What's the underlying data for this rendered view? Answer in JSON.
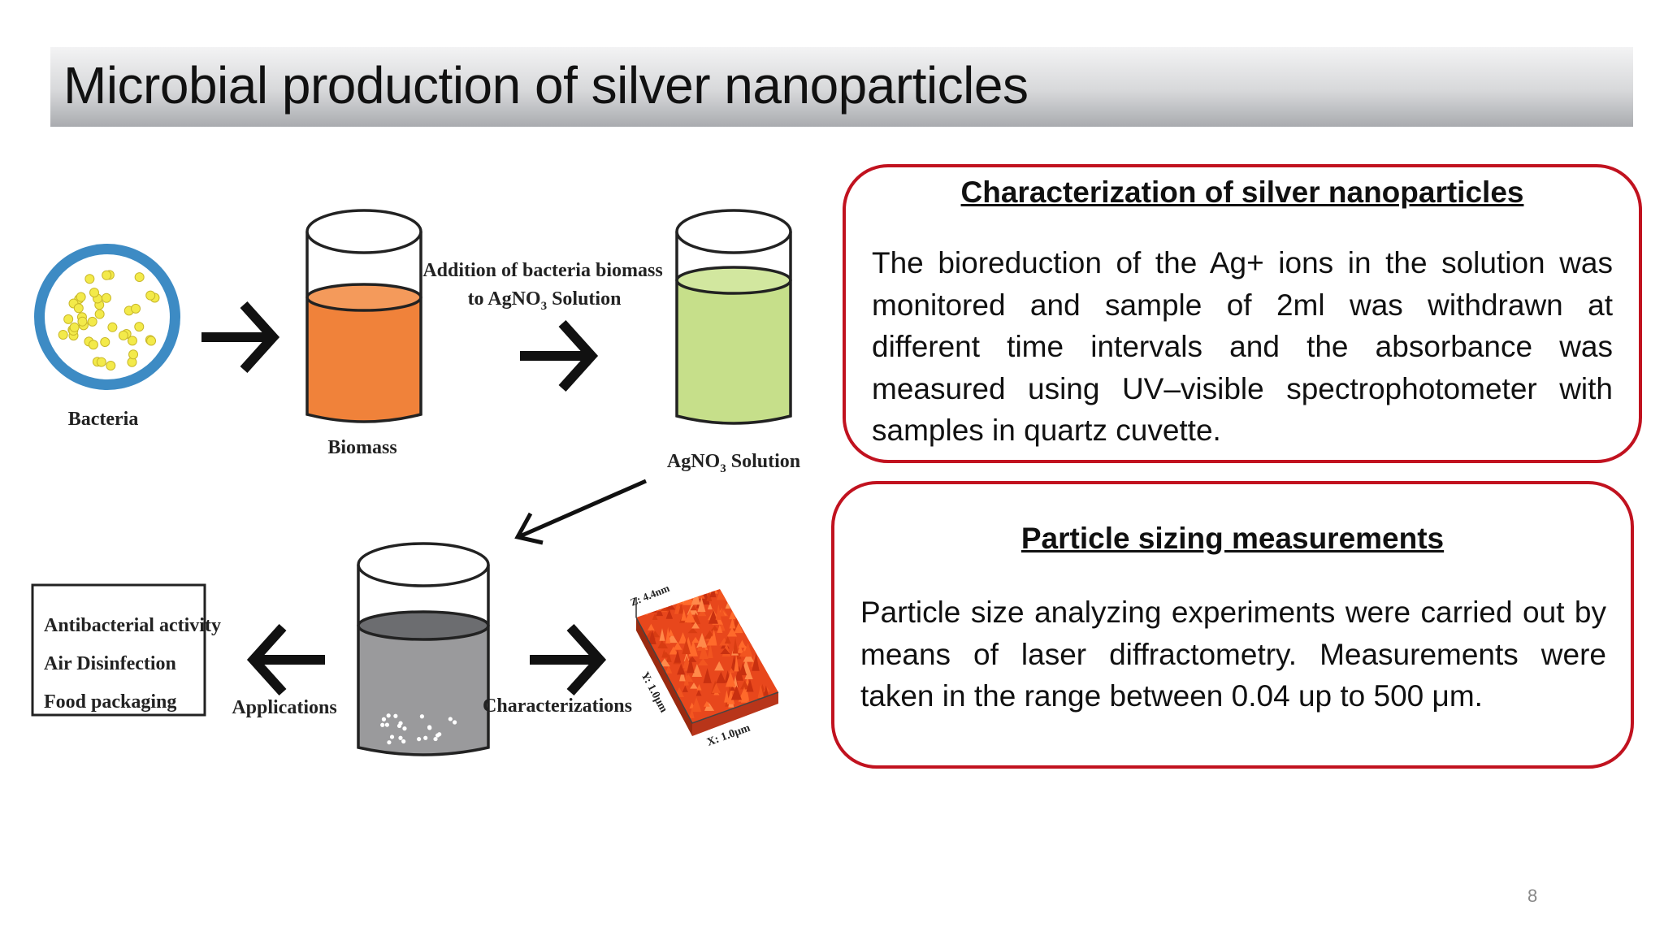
{
  "slide": {
    "title": "Microbial production of silver nanoparticles",
    "page_number": "8"
  },
  "diagram": {
    "bacteria_label": "Bacteria",
    "biomass_label": "Biomass",
    "addition_line1": "Addition of bacteria biomass",
    "addition_line2_prefix": "to AgNO",
    "addition_line2_sub": "3",
    "addition_line2_suffix": " Solution",
    "agno3_prefix": "AgNO",
    "agno3_sub": "3",
    "agno3_suffix": " Solution",
    "applications_label": "Applications",
    "characterizations_label": "Characterizations",
    "applications_list": [
      "Antibacterial activity",
      "Air Disinfection",
      "Food packaging"
    ],
    "afm_z_label": "Z: 4.4nm",
    "afm_y_label": "Y: 1.0μm",
    "afm_x_label": "X: 1.0μm",
    "colors": {
      "petri_ring": "#3d8bc4",
      "bacteria_dots": "#f3ea4a",
      "biomass_liquid": "#f0823a",
      "agno3_liquid": "#c6df8a",
      "product_liquid": "#9a9a9c",
      "afm_surface": "#e8471c"
    }
  },
  "boxes": [
    {
      "heading": "Characterization of silver nanoparticles",
      "body": "The bioreduction of the Ag+ ions in the solution was monitored and sample of 2ml was withdrawn at different time intervals and the absorbance was measured using UV–visible spectrophotometer with samples in quartz cuvette.",
      "border_color": "#c1121f"
    },
    {
      "heading": "Particle sizing measurements",
      "body": "Particle size analyzing experiments were carried out by means of laser diffractometry. Measurements were taken in the range between 0.04 up to 500 μm.",
      "border_color": "#c1121f"
    }
  ]
}
